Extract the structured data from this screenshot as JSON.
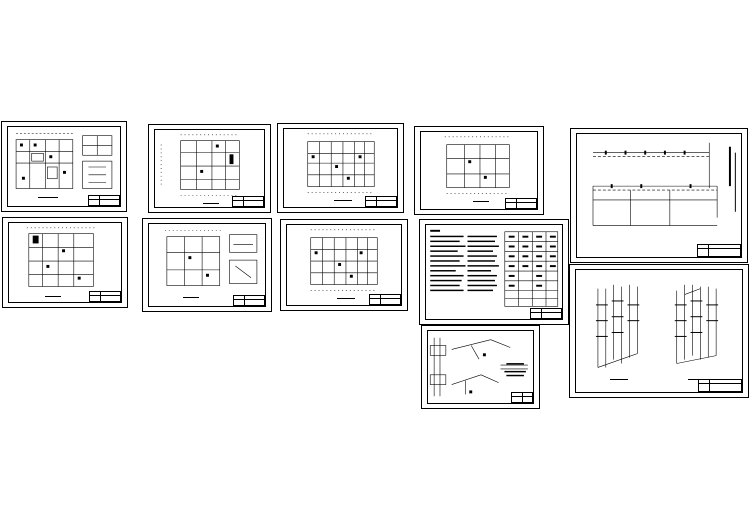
{
  "drawing_set": {
    "sheets": [
      {
        "id": "sheet-1",
        "kind": "plan-with-details"
      },
      {
        "id": "sheet-2",
        "kind": "floor-plan"
      },
      {
        "id": "sheet-3",
        "kind": "floor-plan"
      },
      {
        "id": "sheet-4",
        "kind": "floor-plan"
      },
      {
        "id": "sheet-5",
        "kind": "riser-diagram"
      },
      {
        "id": "sheet-6",
        "kind": "floor-plan"
      },
      {
        "id": "sheet-7",
        "kind": "plan-with-details"
      },
      {
        "id": "sheet-8",
        "kind": "floor-plan"
      },
      {
        "id": "sheet-9",
        "kind": "notes-and-legend"
      },
      {
        "id": "sheet-10",
        "kind": "isometric-details"
      },
      {
        "id": "sheet-11",
        "kind": "riser-diagram"
      }
    ]
  }
}
